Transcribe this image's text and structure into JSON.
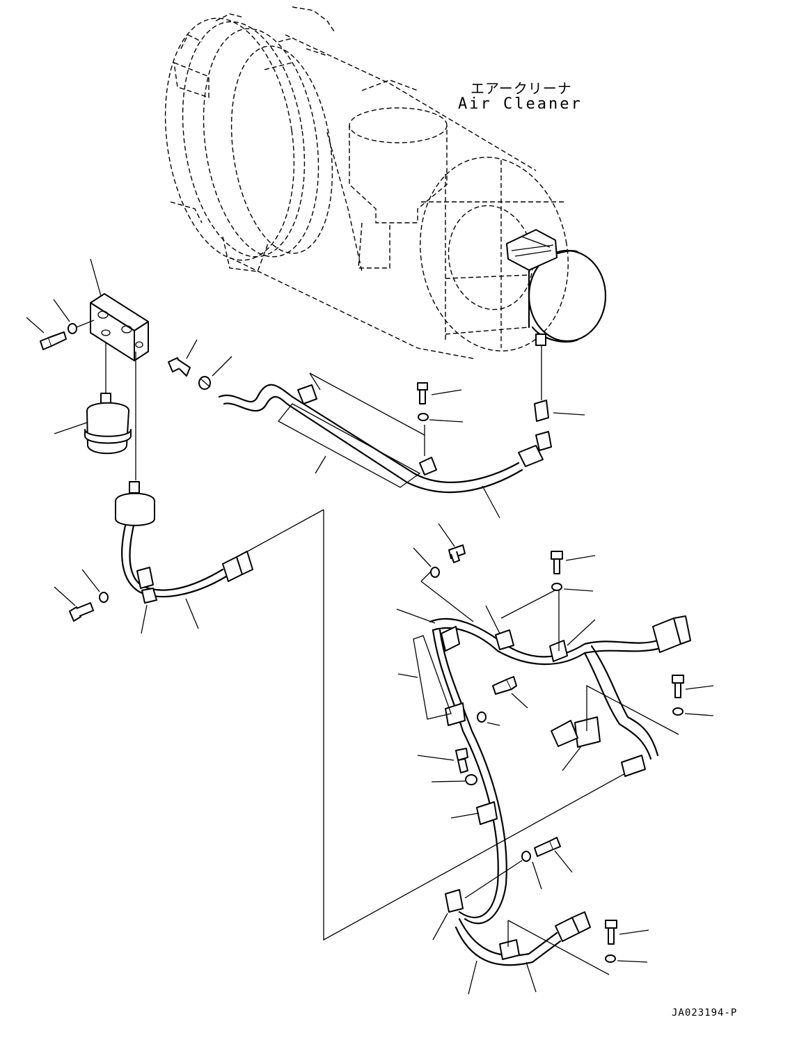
{
  "labels": {
    "component_jp": "エアークリーナ",
    "component_en": "Air Cleaner",
    "drawing_code": "JA023194-P"
  }
}
